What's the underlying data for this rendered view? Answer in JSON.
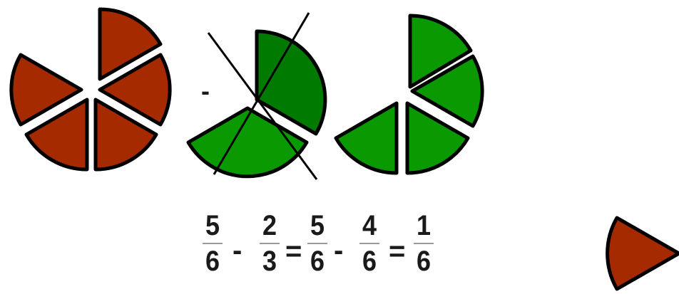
{
  "colors": {
    "brown": "#a52a00",
    "green_light": "#0a9900",
    "green_dark": "#007a00",
    "outline": "#000000"
  },
  "minus_sign_top": "-",
  "equation": {
    "first_num": "5",
    "first_den": "6",
    "op1": "-",
    "second_num": "2",
    "second_den": "3",
    "eq1": "=",
    "third_num": "5",
    "third_den": "6",
    "op2": "-",
    "fourth_num": "4",
    "fourth_den": "6",
    "eq2": "=",
    "result_num": "1",
    "result_den": "6"
  }
}
